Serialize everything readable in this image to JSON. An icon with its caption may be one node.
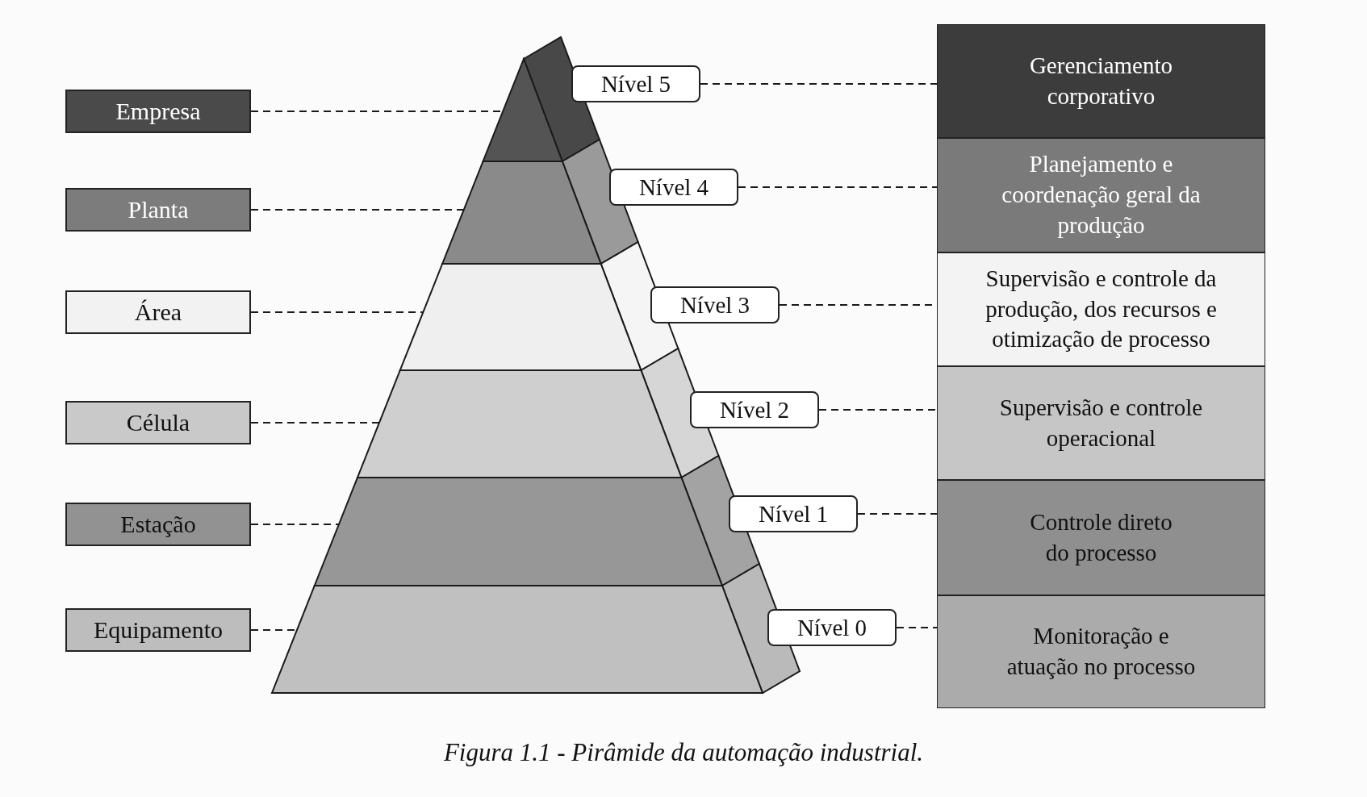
{
  "diagram": {
    "caption": "Figura 1.1 - Pirâmide da automação industrial.",
    "nodes": [
      {
        "text": [
          "Empresa"
        ]
      },
      {
        "text": [
          "Planta"
        ]
      },
      {
        "text": [
          "Área"
        ]
      },
      {
        "text": [
          "Célula"
        ]
      },
      {
        "text": [
          "Estação"
        ]
      },
      {
        "text": [
          "Equipamento"
        ]
      },
      {
        "text": [],
        "shape": "band"
      },
      {
        "text": [],
        "shape": "band"
      },
      {
        "text": [],
        "shape": "band"
      },
      {
        "text": [],
        "shape": "band"
      },
      {
        "text": [],
        "shape": "band"
      },
      {
        "text": [],
        "shape": "band"
      },
      {
        "text": [
          "Nível 5"
        ]
      },
      {
        "text": [
          "Nível 4"
        ]
      },
      {
        "text": [
          "Nível 3"
        ]
      },
      {
        "text": [
          "Nível 2"
        ]
      },
      {
        "text": [
          "Nível 1"
        ]
      },
      {
        "text": [
          "Nível 0"
        ]
      },
      {
        "text": [
          "Gerenciamento corporativo"
        ]
      },
      {
        "text": [
          "Planejamento e coordenação geral da produção"
        ]
      },
      {
        "text": [
          "Supervisão e controle da produção, dos recursos e otimização de processo"
        ]
      },
      {
        "text": [
          "Supervisão e controle operacional"
        ]
      },
      {
        "text": [
          "Controle direto do processo"
        ]
      },
      {
        "text": [
          "Monitoração e atuação no processo"
        ]
      }
    ],
    "edges": [
      {
        "from": 0,
        "to": 6,
        "arrow": "none",
        "style": "dashed"
      },
      {
        "from": 1,
        "to": 7,
        "arrow": "none",
        "style": "dashed"
      },
      {
        "from": 2,
        "to": 8,
        "arrow": "none",
        "style": "dashed"
      },
      {
        "from": 3,
        "to": 9,
        "arrow": "none",
        "style": "dashed"
      },
      {
        "from": 4,
        "to": 10,
        "arrow": "none",
        "style": "dashed"
      },
      {
        "from": 5,
        "to": 11,
        "arrow": "none",
        "style": "dashed"
      },
      {
        "from": 12,
        "to": 18,
        "arrow": "none",
        "style": "dashed"
      },
      {
        "from": 13,
        "to": 19,
        "arrow": "none",
        "style": "dashed"
      },
      {
        "from": 14,
        "to": 20,
        "arrow": "none",
        "style": "dashed"
      },
      {
        "from": 15,
        "to": 21,
        "arrow": "none",
        "style": "dashed"
      },
      {
        "from": 16,
        "to": 22,
        "arrow": "none",
        "style": "dashed"
      },
      {
        "from": 17,
        "to": 23,
        "arrow": "none",
        "style": "dashed"
      }
    ]
  }
}
